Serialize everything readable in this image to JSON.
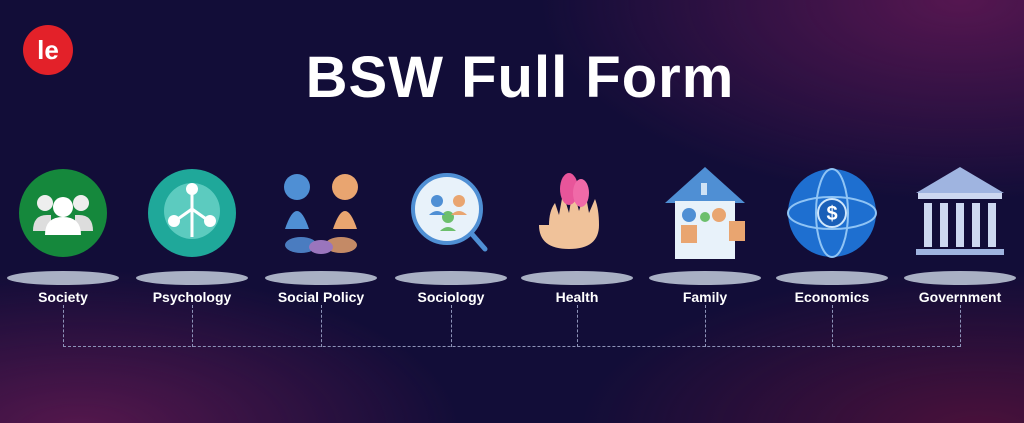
{
  "logo": {
    "text": "le"
  },
  "title": "BSW Full Form",
  "items": [
    {
      "label": "Society",
      "icon": "group-icon"
    },
    {
      "label": "Psychology",
      "icon": "network-icon"
    },
    {
      "label": "Social Policy",
      "icon": "people-icon"
    },
    {
      "label": "Sociology",
      "icon": "magnifier-people-icon"
    },
    {
      "label": "Health",
      "icon": "hand-hearts-icon"
    },
    {
      "label": "Family",
      "icon": "house-family-icon"
    },
    {
      "label": "Economics",
      "icon": "globe-dollar-icon"
    },
    {
      "label": "Government",
      "icon": "building-columns-icon"
    }
  ],
  "colors": {
    "background": "#120d38",
    "logo": "#e32129",
    "connector": "#8d93b8"
  }
}
